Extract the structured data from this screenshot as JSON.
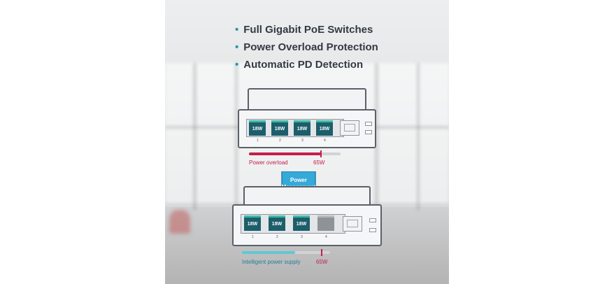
{
  "bullets": [
    "Full Gigabit PoE Switches",
    "Power Overload Protection",
    "Automatic PD Detection"
  ],
  "top_switch": {
    "ports": [
      {
        "label": "18W",
        "num": "1"
      },
      {
        "label": "18W",
        "num": "2"
      },
      {
        "label": "18W",
        "num": "3"
      },
      {
        "label": "18W",
        "num": "4"
      }
    ],
    "bar_label": "Power overload",
    "bar_value": "65W",
    "fill_fraction": 0.79
  },
  "arrow": {
    "line1": "Power",
    "line2": "Management"
  },
  "bottom_switch": {
    "ports": [
      {
        "label": "18W",
        "num": "1"
      },
      {
        "label": "18W",
        "num": "2"
      },
      {
        "label": "18W",
        "num": "3"
      },
      {
        "label": "",
        "num": "4"
      }
    ],
    "bar_label": "Intelligent power supply",
    "bar_value": "65W",
    "fill_fraction": 0.6
  },
  "colors": {
    "accent": "#2a9aa5",
    "overload": "#c21f4b",
    "supply": "#5fc8d6",
    "port": "#1d5e6b",
    "arrow": "#35a9d8"
  }
}
